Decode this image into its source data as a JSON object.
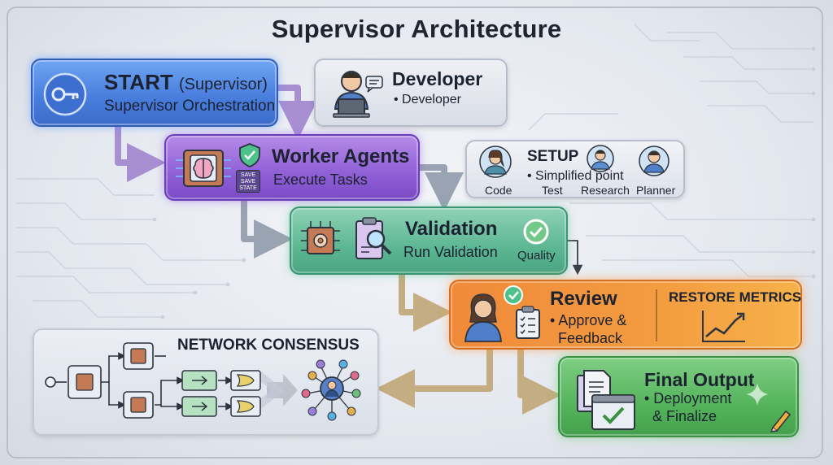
{
  "title": "Supervisor Architecture",
  "start": {
    "title": "START",
    "title_suffix": "(Supervisor)",
    "subtitle": "Supervisor Orchestration",
    "icon": "key-icon"
  },
  "developer": {
    "title": "Developer",
    "bullet": "• Developer",
    "icon": "developer-laptop-icon"
  },
  "worker": {
    "title": "Worker Agents",
    "subtitle": "Execute Tasks",
    "badge_lines": [
      "SAVE",
      "SAVE",
      "STATE"
    ],
    "icons": [
      "brain-chip-icon",
      "shield-check-icon"
    ]
  },
  "setup": {
    "title": "SETUP",
    "bullet": "• Simplified point",
    "labels": [
      "Code",
      "Test",
      "Research",
      "Planner"
    ]
  },
  "validation": {
    "title": "Validation",
    "subtitle": "Run Validation",
    "badge": "Quality",
    "icons": [
      "gear-chip-icon",
      "magnifier-clipboard-icon",
      "check-circle-icon"
    ]
  },
  "review": {
    "title": "Review",
    "line1": "• Approve &",
    "line2": "Feedback",
    "metrics": "RESTORE METRICS",
    "icons": [
      "reviewer-avatar-icon",
      "checklist-icon",
      "growth-chart-icon"
    ]
  },
  "final": {
    "title": "Final Output",
    "line1": "• Deployment",
    "line2": "& Finalize",
    "icons": [
      "documents-icon",
      "approved-window-icon",
      "pencil-icon",
      "sparkle-icon"
    ]
  },
  "network": {
    "title": "NETWORK CONSENSUS",
    "icons": [
      "chip-icon",
      "gate-icon",
      "hub-icon"
    ]
  },
  "colors": {
    "start": "#4a7fde",
    "worker": "#8f5fd6",
    "validation": "#5db794",
    "review": "#f39c40",
    "final": "#55b45c",
    "arrow": "#b9a3d8",
    "arrow_tan": "#c9b38a"
  }
}
